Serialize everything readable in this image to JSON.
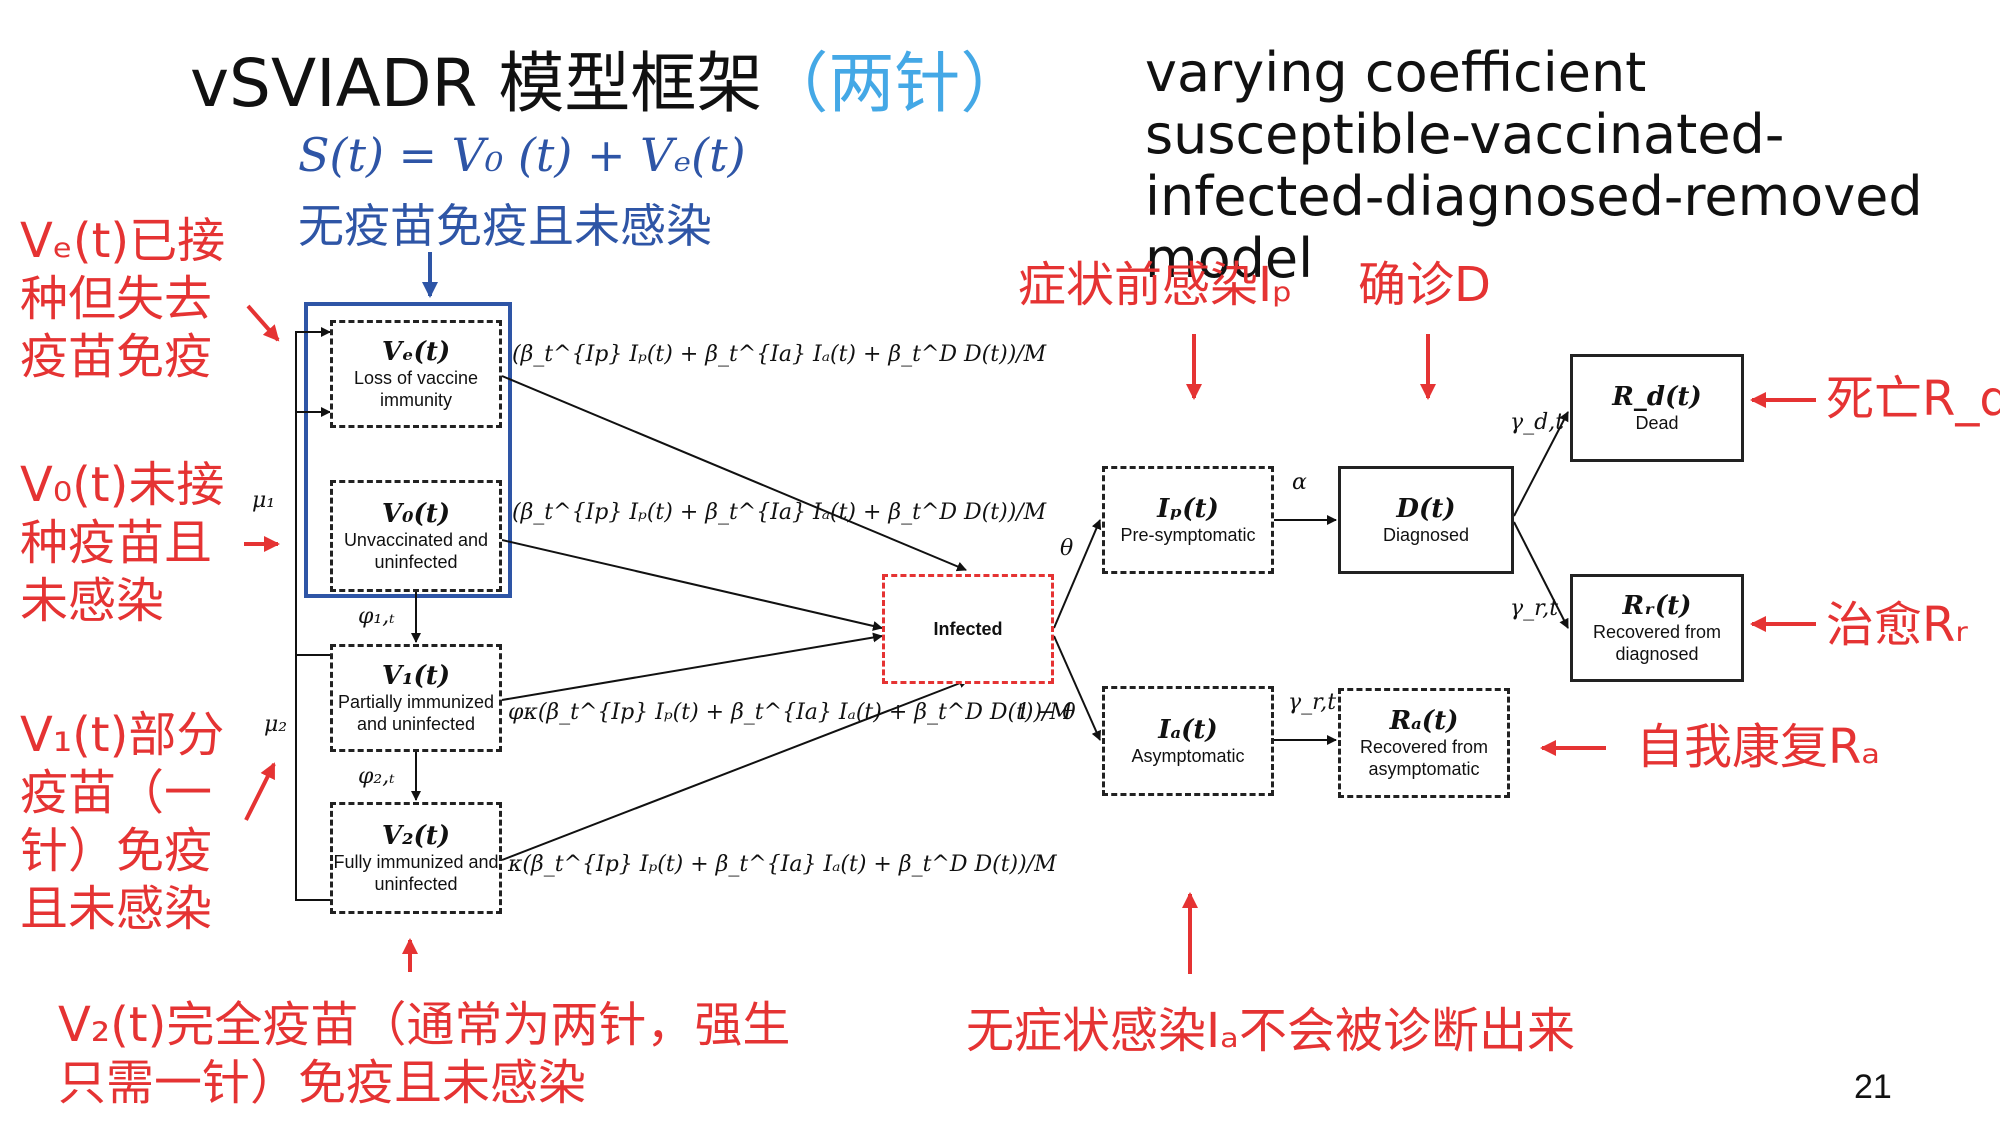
{
  "title": {
    "main": "vSVIADR 模型框架",
    "accent": "（两针）"
  },
  "subtitle": "varying coefficient susceptible-vaccinated-infected-diagnosed-removed model",
  "top_formula": {
    "equation": "S(t) = V₀ (t) + Vₑ(t)",
    "caption": "无疫苗免疫且未感染"
  },
  "annotations": {
    "ve": "Vₑ(t)已接种但失去疫苗免疫",
    "v0": "V₀(t)未接种疫苗且未感染",
    "v1": "V₁(t)部分疫苗（一针）免疫且未感染",
    "v2": "V₂(t)完全疫苗（通常为两针，强生只需一针）免疫且未感染",
    "ip": "症状前感染Iₚ",
    "d": "确诊D",
    "rd": "死亡R_d",
    "rr": "治愈Rᵣ",
    "ra": "自我康复Rₐ",
    "ia": "无症状感染Iₐ不会被诊断出来"
  },
  "boxes": {
    "ve": {
      "title": "Vₑ(t)",
      "desc": "Loss of vaccine immunity"
    },
    "v0": {
      "title": "V₀(t)",
      "desc": "Unvaccinated and uninfected"
    },
    "v1": {
      "title": "V₁(t)",
      "desc": "Partially immunized and uninfected"
    },
    "v2": {
      "title": "V₂(t)",
      "desc": "Fully immunized and uninfected"
    },
    "infected": {
      "desc": "Infected"
    },
    "ip": {
      "title": "Iₚ(t)",
      "desc": "Pre-symptomatic"
    },
    "ia": {
      "title": "Iₐ(t)",
      "desc": "Asymptomatic"
    },
    "d": {
      "title": "D(t)",
      "desc": "Diagnosed"
    },
    "ra": {
      "title": "Rₐ(t)",
      "desc": "Recovered from asymptomatic"
    },
    "rd": {
      "title": "R_d(t)",
      "desc": "Dead"
    },
    "rr": {
      "title": "Rᵣ(t)",
      "desc": "Recovered from diagnosed"
    }
  },
  "rates": {
    "ve": "(β_t^{Ip} Iₚ(t) + β_t^{Ia} Iₐ(t) + β_t^D D(t))/M",
    "v0": "(β_t^{Ip} Iₚ(t) + β_t^{Ia} Iₐ(t) + β_t^D D(t))/M",
    "v1": "φκ(β_t^{Ip} Iₚ(t) + β_t^{Ia} Iₐ(t) + β_t^D D(t))/M",
    "v2": "κ(β_t^{Ip} Iₚ(t) + β_t^{Ia} Iₐ(t) + β_t^D D(t))/M",
    "mu1": "μ₁",
    "mu2": "μ₂",
    "phi1": "φ₁,ₜ",
    "phi2": "φ₂,ₜ",
    "theta": "θ",
    "one_minus_theta": "1 − θ",
    "alpha": "α",
    "gamma_d": "γ_d,t",
    "gamma_r": "γ_r,t",
    "gamma_r_a": "γ_r,t"
  },
  "page_number": "21",
  "colors": {
    "red": "#e53333",
    "blue": "#2e55a6",
    "accent": "#44a8e6"
  }
}
